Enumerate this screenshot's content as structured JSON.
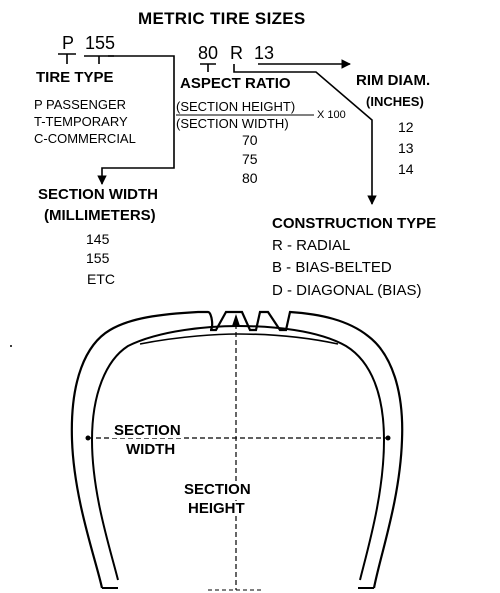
{
  "title": "METRIC TIRE SIZES",
  "code": {
    "type": "P",
    "width": "155",
    "aspect": "80",
    "construction": "R",
    "rim": "13"
  },
  "tire_type": {
    "heading": "TIRE TYPE",
    "items": [
      "P PASSENGER",
      "T-TEMPORARY",
      "C-COMMERCIAL"
    ]
  },
  "aspect_ratio": {
    "heading": "ASPECT RATIO",
    "numerator": "(SECTION HEIGHT)",
    "denominator": "(SECTION WIDTH)",
    "multiplier": "X 100",
    "values": [
      "70",
      "75",
      "80"
    ]
  },
  "rim_diameter": {
    "heading": "RIM DIAM.",
    "units": "(INCHES)",
    "values": [
      "12",
      "13",
      "14"
    ]
  },
  "section_width": {
    "heading": "SECTION WIDTH",
    "units": "(MILLIMETERS)",
    "values": [
      "145",
      "155",
      "ETC"
    ]
  },
  "construction_type": {
    "heading": "CONSTRUCTION TYPE",
    "items": [
      "R - RADIAL",
      "B - BIAS-BELTED",
      "D - DIAGONAL (BIAS)"
    ]
  },
  "diagram_labels": {
    "width_line1": "SECTION",
    "width_line2": "WIDTH",
    "height_line1": "SECTION",
    "height_line2": "HEIGHT"
  }
}
